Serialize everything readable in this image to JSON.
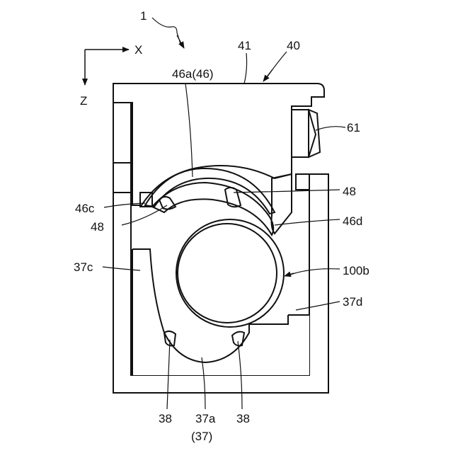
{
  "labels": {
    "ref_1": "1",
    "axis_x": "X",
    "axis_z": "Z",
    "ref_41": "41",
    "ref_40": "40",
    "ref_46a": "46a(46)",
    "ref_61": "61",
    "ref_48_right": "48",
    "ref_46c": "46c",
    "ref_48_left": "48",
    "ref_46d": "46d",
    "ref_37c": "37c",
    "ref_100b": "100b",
    "ref_37d": "37d",
    "ref_38_left": "38",
    "ref_37a": "37a",
    "ref_37": "(37)",
    "ref_38_right": "38"
  }
}
